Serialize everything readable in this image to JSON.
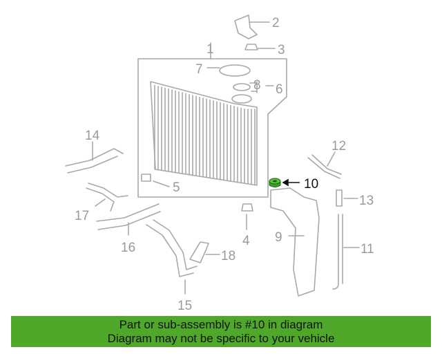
{
  "diagram": {
    "highlight_part": "10",
    "highlight_color": "#3aa02a",
    "line_color": "#a8a8a8",
    "labels": [
      "1",
      "2",
      "3",
      "4",
      "5",
      "6",
      "7",
      "8",
      "9",
      "10",
      "11",
      "12",
      "13",
      "14",
      "15",
      "16",
      "17",
      "18"
    ]
  },
  "banner": {
    "line1": "Part or sub-assembly is #10 in diagram",
    "line2": "Diagram may not be specific to your vehicle",
    "color": "#4fa829"
  }
}
